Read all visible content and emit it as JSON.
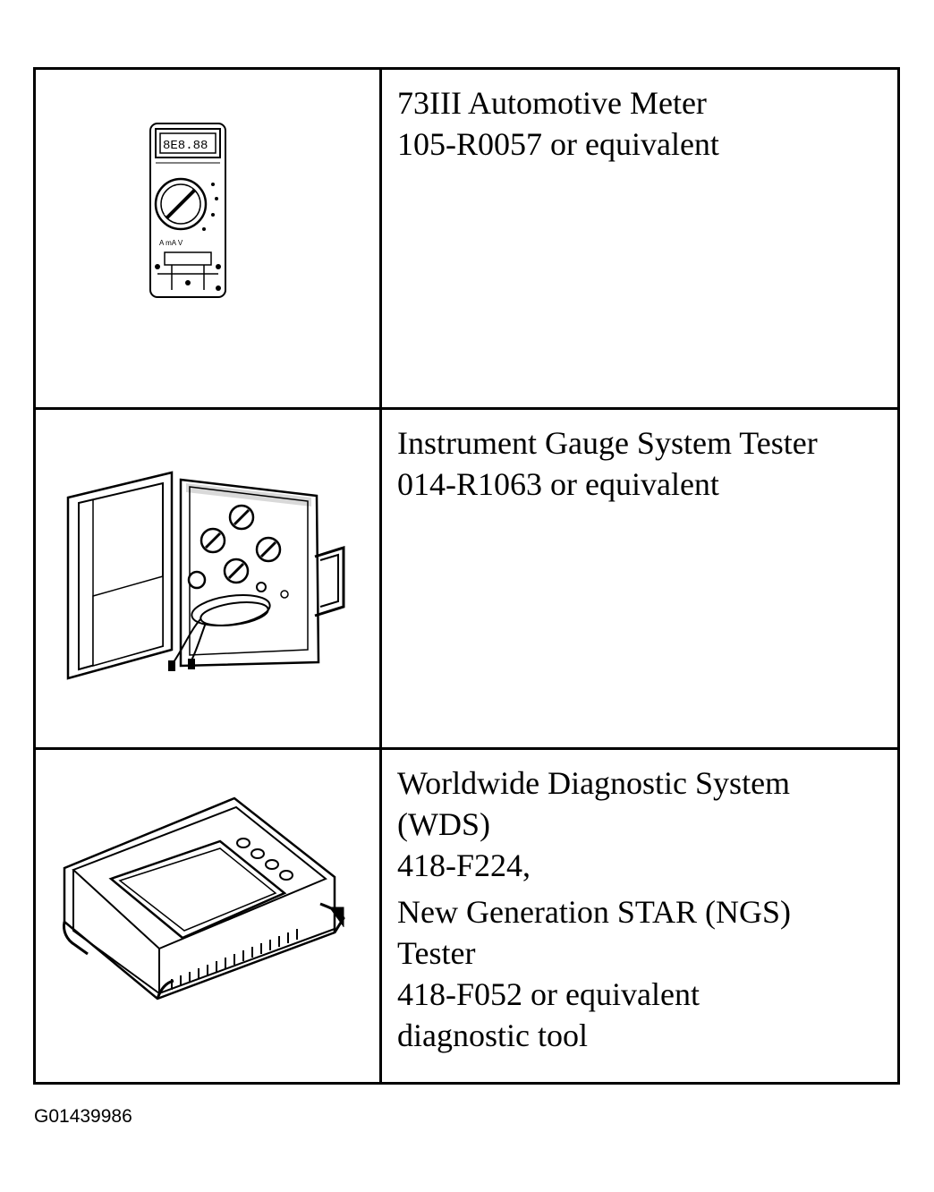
{
  "tools": [
    {
      "icon": "multimeter-icon",
      "lines": [
        "73III Automotive Meter",
        "105-R0057 or equivalent"
      ]
    },
    {
      "icon": "gauge-tester-case-icon",
      "lines": [
        "Instrument Gauge System Tester",
        "014-R1063 or equivalent"
      ]
    },
    {
      "icon": "diagnostic-tablet-icon",
      "lines": [
        "Worldwide Diagnostic System",
        "(WDS)",
        "418-F224,"
      ],
      "lines2": [
        "New Generation STAR (NGS)",
        "Tester",
        "418-F052 or equivalent",
        "diagnostic tool"
      ]
    }
  ],
  "figure_id": "G01439986"
}
